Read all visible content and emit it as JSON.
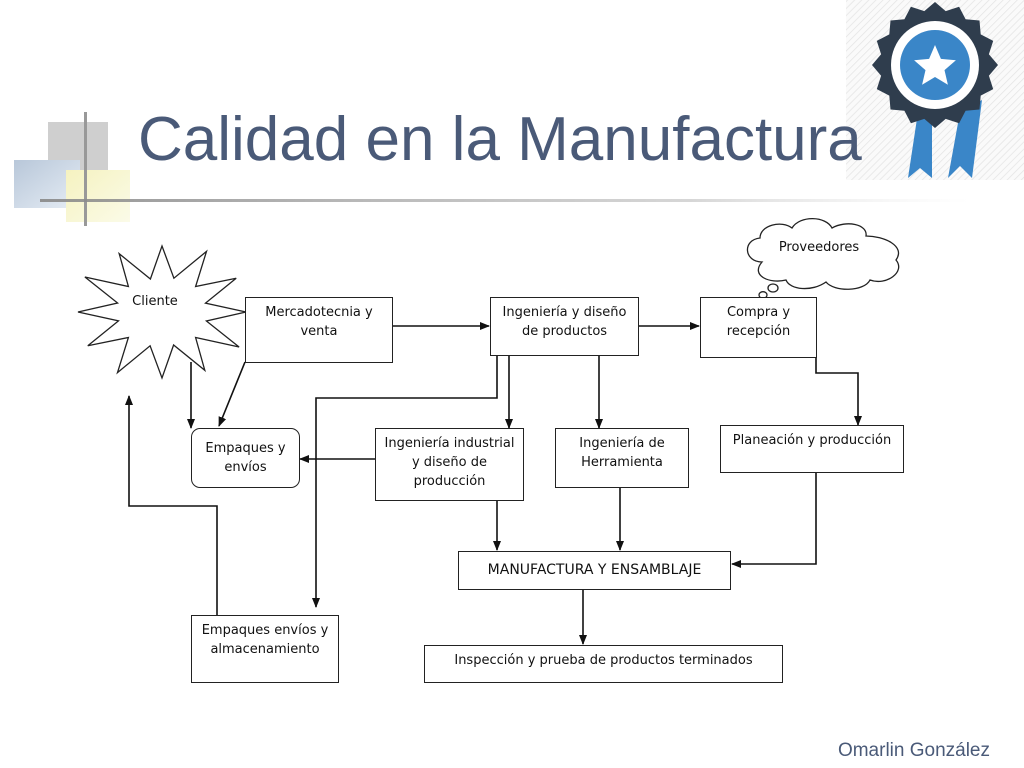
{
  "slide": {
    "title": "Calidad en la Manufactura",
    "author": "Omarlin González"
  },
  "diagram": {
    "nodes": {
      "cliente": "Cliente",
      "proveedores": "Proveedores",
      "mercadotecnia": [
        "Mercadotecnia y",
        "venta"
      ],
      "ingenieria_diseno": [
        "Ingeniería  y diseño",
        "de productos"
      ],
      "compra": [
        "Compra y",
        "recepción"
      ],
      "empaques": [
        "Empaques y",
        "envíos"
      ],
      "ing_industrial": [
        "Ingeniería industrial",
        "y diseño de",
        "producción"
      ],
      "herramienta": [
        "Ingeniería   de",
        "Herramienta"
      ],
      "planeacion": "Planeación y producción",
      "manufactura": "MANUFACTURA Y ENSAMBLAJE",
      "empaques_almacen": [
        "Empaques envíos y",
        "almacenamiento"
      ],
      "inspeccion": "Inspección y prueba de productos  terminados"
    }
  },
  "colors": {
    "title": "#4a5a78",
    "badge_dark": "#2f3d4d",
    "badge_blue": "#3a86c8"
  },
  "icons": {
    "badge": "award-ribbon-icon",
    "decoration": "corner-squares-decoration"
  }
}
